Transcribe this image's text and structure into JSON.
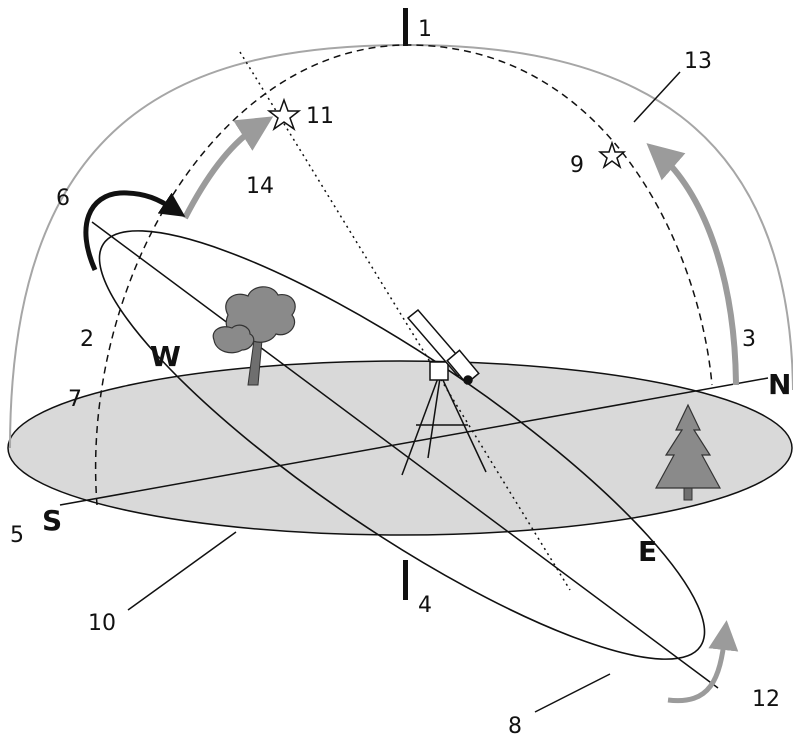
{
  "diagram": {
    "directions": {
      "north": "N",
      "south": "S",
      "east": "E",
      "west": "W"
    },
    "labels": {
      "n1": "1",
      "n2": "2",
      "n3": "3",
      "n4": "4",
      "n5": "5",
      "n6": "6",
      "n7": "7",
      "n8": "8",
      "n9": "9",
      "n10": "10",
      "n11": "11",
      "n12": "12",
      "n13": "13",
      "n14": "14"
    },
    "colors": {
      "ground": "#d9d9d9",
      "arrow_gray": "#9b9b9b",
      "ink": "#111111",
      "dome": "#a6a6a6"
    }
  }
}
